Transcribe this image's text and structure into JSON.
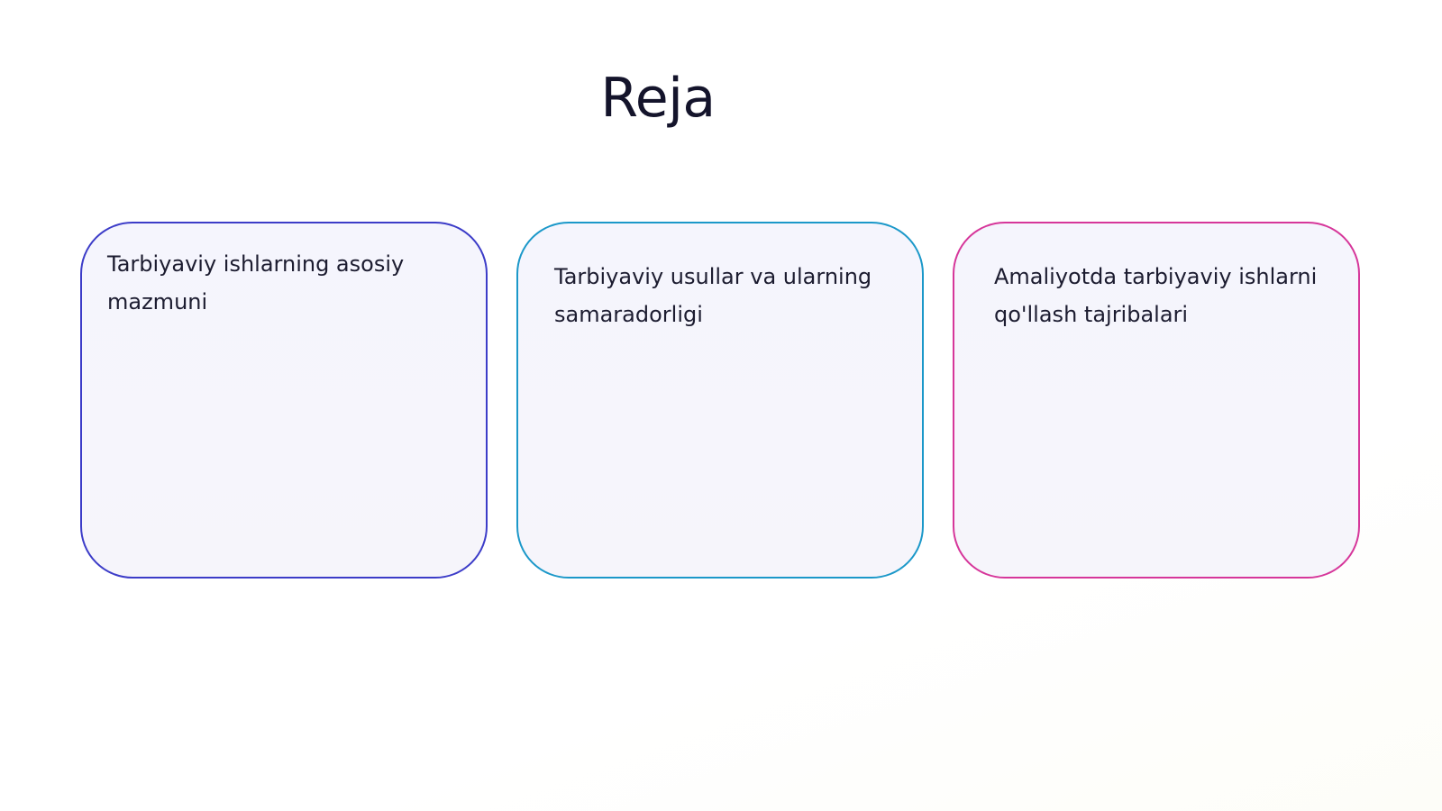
{
  "slide": {
    "title": "Reja",
    "cards": [
      {
        "text": "Tarbiyaviy ishlarning asosiy mazmuni",
        "border_color": "#3c3cc8"
      },
      {
        "text": "Tarbiyaviy usullar va ularning samaradorligi",
        "border_color": "#1b98c9"
      },
      {
        "text": "Amaliyotda tarbiyaviy ishlarni qo'llash tajribalari",
        "border_color": "#d6369a"
      }
    ]
  }
}
